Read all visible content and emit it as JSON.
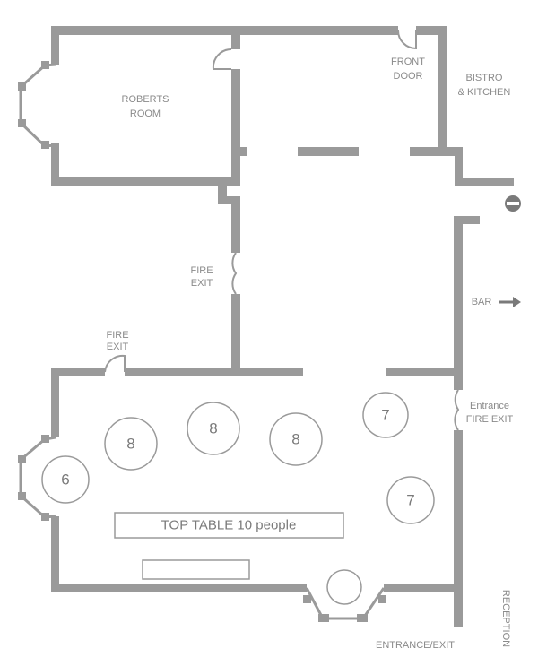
{
  "labels": {
    "roberts_1": "ROBERTS",
    "roberts_2": "ROOM",
    "front_1": "FRONT",
    "front_2": "DOOR",
    "bistro_1": "BISTRO",
    "bistro_2": "& KITCHEN",
    "fire_mid_1": "FIRE",
    "fire_mid_2": "EXIT",
    "fire_top_1": "FIRE",
    "fire_top_2": "EXIT",
    "bar": "BAR",
    "entrance_1": "Entrance",
    "entrance_2": "FIRE EXIT",
    "entrance_exit": "ENTRANCE/EXIT",
    "reception": "RECEPTION"
  },
  "tables": [
    {
      "seats": "8"
    },
    {
      "seats": "8"
    },
    {
      "seats": "8"
    },
    {
      "seats": "7"
    },
    {
      "seats": "6"
    },
    {
      "seats": "7"
    }
  ],
  "top_table": "TOP TABLE  10 people",
  "colors": {
    "wall": "#9a9a9a",
    "text": "#8a8a8a"
  }
}
